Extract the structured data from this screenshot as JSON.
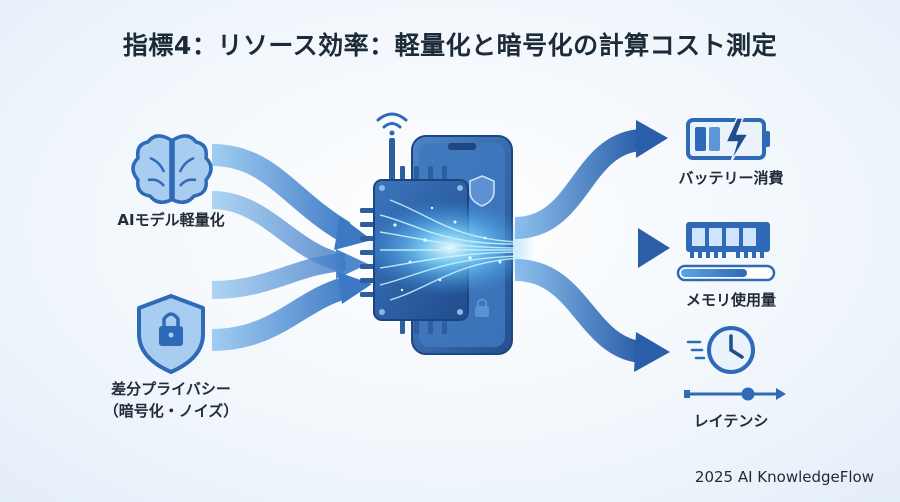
{
  "title": "指標4：リソース効率：軽量化と暗号化の計算コスト測定",
  "inputs": {
    "ai": {
      "label": "AIモデル軽量化"
    },
    "privacy": {
      "label_line1": "差分プライバシー",
      "label_line2": "（暗号化・ノイズ）"
    }
  },
  "outputs": {
    "battery": {
      "label": "バッテリー消費"
    },
    "memory": {
      "label": "メモリ使用量"
    },
    "latency": {
      "label": "レイテンシ"
    }
  },
  "footer": "2025 AI KnowledgeFlow",
  "colors": {
    "arrow_dark": "#2b5fa8",
    "arrow_light": "#8fc1ef",
    "icon_blue": "#2e6ab7",
    "chip": "#2f63a6",
    "phone": "#3b73b8",
    "glow": "#7fd8ff"
  }
}
